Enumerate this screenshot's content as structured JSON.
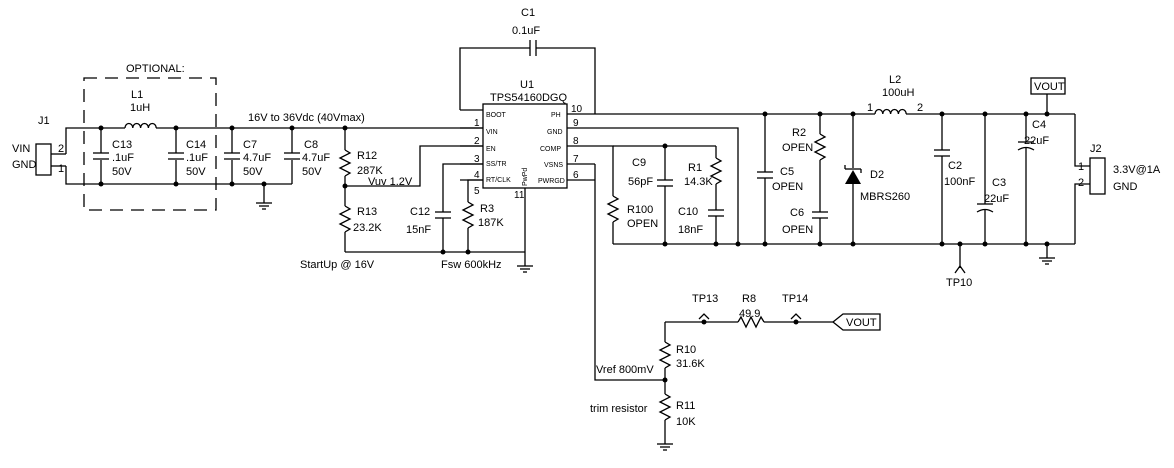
{
  "connectors": {
    "j1": {
      "ref": "J1",
      "pins": [
        "2",
        "1"
      ],
      "nets": [
        "VIN",
        "GND"
      ]
    },
    "j2": {
      "ref": "J2",
      "pins": [
        "1",
        "2"
      ],
      "nets": [
        "3.3V@1A",
        "GND"
      ]
    }
  },
  "ic": {
    "ref": "U1",
    "part": "TPS54160DGQ",
    "left_pins": [
      {
        "name": "BOOT",
        "num": "1"
      },
      {
        "name": "VIN",
        "num": "2"
      },
      {
        "name": "EN",
        "num": "3"
      },
      {
        "name": "SS/TR",
        "num": "4"
      },
      {
        "name": "RT/CLK",
        "num": "5"
      }
    ],
    "right_pins": [
      {
        "name": "PH",
        "num": "10"
      },
      {
        "name": "GND",
        "num": "9"
      },
      {
        "name": "COMP",
        "num": "8"
      },
      {
        "name": "VSNS",
        "num": "7"
      },
      {
        "name": "PWRGD",
        "num": "6"
      }
    ],
    "pad_name": "PwPd",
    "pad_num": "11"
  },
  "components": {
    "C1": {
      "ref": "C1",
      "value": "0.1uF"
    },
    "L1": {
      "ref": "L1",
      "value": "1uH"
    },
    "C13": {
      "ref": "C13",
      "value": ".1uF",
      "rating": "50V"
    },
    "C14": {
      "ref": "C14",
      "value": ".1uF",
      "rating": "50V"
    },
    "C7": {
      "ref": "C7",
      "value": "4.7uF",
      "rating": "50V"
    },
    "C8": {
      "ref": "C8",
      "value": "4.7uF",
      "rating": "50V"
    },
    "R12": {
      "ref": "R12",
      "value": "287K"
    },
    "R13": {
      "ref": "R13",
      "value": "23.2K"
    },
    "C12": {
      "ref": "C12",
      "value": "15nF"
    },
    "R3": {
      "ref": "R3",
      "value": "187K"
    },
    "C9": {
      "ref": "C9",
      "value": "56pF"
    },
    "R1": {
      "ref": "R1",
      "value": "14.3K"
    },
    "R100": {
      "ref": "R100",
      "value": "OPEN"
    },
    "C10": {
      "ref": "C10",
      "value": "18nF"
    },
    "R2": {
      "ref": "R2",
      "value": "OPEN"
    },
    "C5": {
      "ref": "C5",
      "value": "OPEN"
    },
    "C6": {
      "ref": "C6",
      "value": "OPEN"
    },
    "L2": {
      "ref": "L2",
      "value": "100uH",
      "pin1": "1",
      "pin2": "2"
    },
    "D2": {
      "ref": "D2",
      "value": "MBRS260"
    },
    "C2": {
      "ref": "C2",
      "value": "100nF"
    },
    "C3": {
      "ref": "C3",
      "value": "22uF"
    },
    "C4": {
      "ref": "C4",
      "value": "22uF"
    },
    "R8": {
      "ref": "R8",
      "value": "49.9"
    },
    "R10": {
      "ref": "R10",
      "value": "31.6K"
    },
    "R11": {
      "ref": "R11",
      "value": "10K"
    }
  },
  "testpoints": {
    "tp13": "TP13",
    "tp14": "TP14",
    "tp10": "TP10"
  },
  "annotations": {
    "optional": "OPTIONAL:",
    "input_range": "16V to 36Vdc (40Vmax)",
    "uvlo": "Vuv 1.2V",
    "startup": "StartUp @ 16V",
    "fsw": "Fsw 600kHz",
    "vref": "Vref 800mV",
    "trim": "trim resistor"
  },
  "ports": {
    "vout_top": "VOUT",
    "vout_fb": "VOUT"
  }
}
